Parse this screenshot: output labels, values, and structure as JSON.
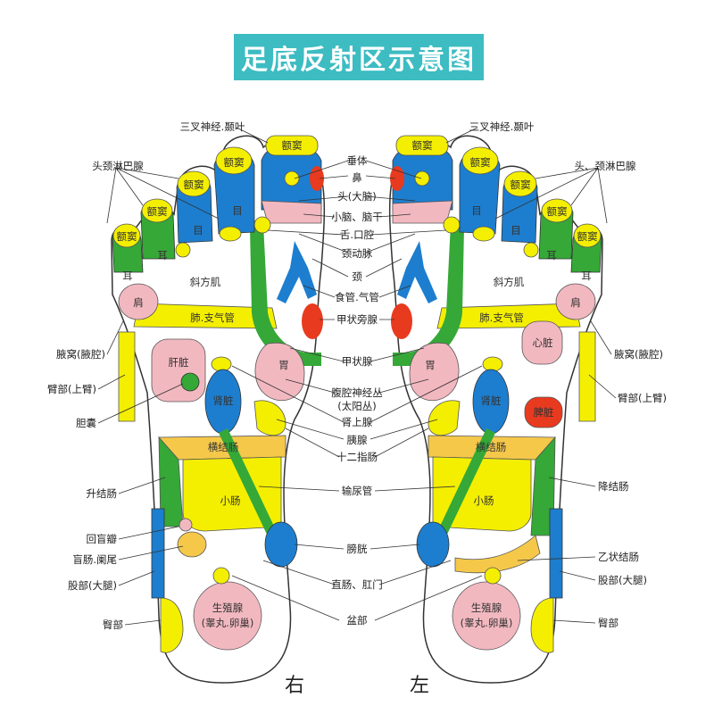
{
  "title": "足底反射区示意图",
  "colors": {
    "title_bg": "#3dbcc2",
    "blue": "#1d7ecf",
    "yellow": "#f4ef00",
    "green": "#35a838",
    "pink": "#f2b8c0",
    "red": "#e83a1f",
    "orange": "#f5c84a"
  },
  "feet": {
    "right_label": "右",
    "left_label": "左"
  },
  "zones": {
    "sinus": "额窦",
    "eye": "目",
    "ear": "耳",
    "trapezius": "斜方肌",
    "shoulder": "肩",
    "lung": "肺.支气管",
    "liver": "肝脏",
    "heart": "心脏",
    "spleen": "脾脏",
    "stomach": "胃",
    "kidney": "肾脏",
    "transverse_colon": "横结肠",
    "small_intestine": "小肠",
    "gonad": "生殖腺",
    "gonad_sub": "(睾丸.卵巢)"
  },
  "labels": {
    "trigeminal": "三叉神经.颞叶",
    "head_neck_lymph": "头颈淋巴腺",
    "head_neck_lymph_left": "头、颈淋巴腺",
    "pituitary": "垂体",
    "nose": "鼻",
    "head_brain": "头(大脑)",
    "cerebellum": "小脑、脑干",
    "tongue": "舌.口腔",
    "carotid": "颈动脉",
    "neck": "颈",
    "esophagus": "食管.气管",
    "parathyroid": "甲状旁腺",
    "thyroid": "甲状腺",
    "celiac": "腹腔神经丛",
    "celiac_sub": "(太阳丛)",
    "adrenal": "肾上腺",
    "pancreas": "胰腺",
    "duodenum": "十二指肠",
    "ureter": "输尿管",
    "bladder": "膀胱",
    "rectum": "直肠、肛门",
    "pelvis": "盆部",
    "axilla": "腋窝(腋腔)",
    "upper_arm": "臂部(上臂)",
    "gallbladder": "胆囊",
    "ascending": "升结肠",
    "ileocecal": "回盲瓣",
    "cecum": "盲肠.阑尾",
    "thigh": "股部(大腿)",
    "buttock": "臀部",
    "descending": "降结肠",
    "sigmoid": "乙状结肠"
  }
}
